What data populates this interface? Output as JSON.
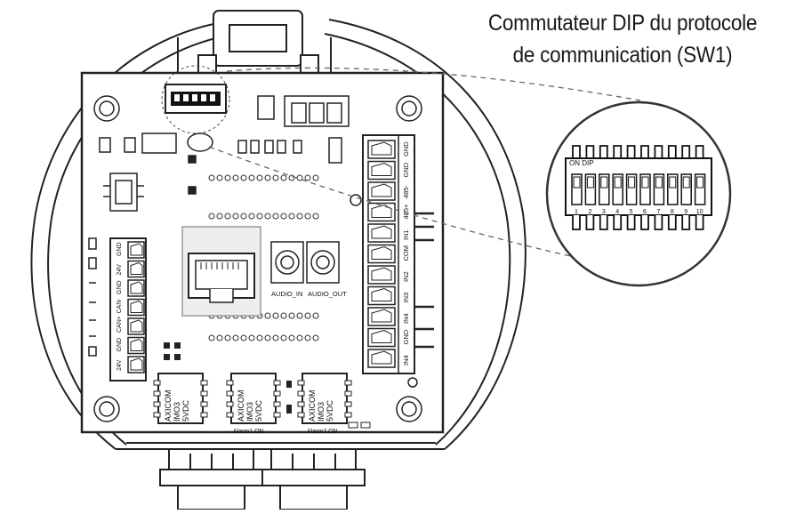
{
  "callout": {
    "line1": "Commutateur DIP du protocole",
    "line2": "de communication (SW1)"
  },
  "dip_switch": {
    "label": "ON DIP",
    "positions": [
      "1",
      "2",
      "3",
      "4",
      "5",
      "6",
      "7",
      "8",
      "9",
      "10"
    ]
  },
  "audio_jacks": {
    "audio_in": "AUDIO_IN",
    "audio_out": "AUDIO_OUT"
  },
  "relays": [
    {
      "lines": [
        "AXICOM",
        "IMO3",
        "5VDC"
      ]
    },
    {
      "lines": [
        "AXICOM",
        "IMO3",
        "5VDC"
      ]
    },
    {
      "lines": [
        "AXICOM",
        "IMO3",
        "5VDC"
      ]
    }
  ],
  "alarm_labels": {
    "alarm1": "Alarm1 ON",
    "alarm2": "Alarm2 ON"
  },
  "right_terminal_labels": [
    "GND",
    "GND",
    "485-",
    "485+",
    "IN1",
    "COM",
    "IN2",
    "IN3",
    "IN4",
    "GND",
    "IN4"
  ],
  "left_terminal_labels": [
    "GND",
    "24V",
    "GND",
    "CAN-",
    "CAN+",
    "GND",
    "24V"
  ]
}
